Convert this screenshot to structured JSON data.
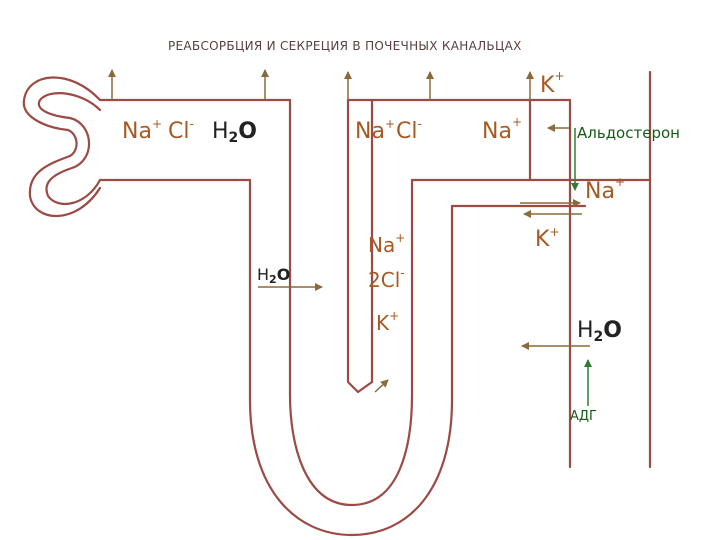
{
  "title": "РЕАБСОРБЦИЯ И СЕКРЕЦИЯ В ПОЧЕЧНЫХ КАНАЛЬЦАХ",
  "colors": {
    "tubule": "#9b4a44",
    "arrow": "#8a6a3a",
    "hormone": "#2e7d32",
    "ion_text": "#a65a22",
    "water_text": "#222222"
  },
  "labels": {
    "proximal_na": "Na",
    "proximal_na_charge": "+",
    "proximal_cl": "Cl",
    "proximal_cl_charge": "-",
    "proximal_h2o_h": "H",
    "proximal_h2o_sub": "2",
    "proximal_h2o_o": "O",
    "descending_h2o_h": "H",
    "descending_h2o_sub": "2",
    "descending_h2o_o": "O",
    "thick_na": "Na",
    "thick_na_charge": "+",
    "thick_cl": "Cl",
    "thick_cl_charge": "-",
    "ascending_na": "Na",
    "ascending_na_charge": "+",
    "ascending_2cl": "2Cl",
    "ascending_2cl_charge": "-",
    "ascending_k": "K",
    "ascending_k_charge": "+",
    "distal_na": "Na",
    "distal_na_charge": "+",
    "distal_k": "K",
    "distal_k_charge": "+",
    "collecting_na": "Na",
    "collecting_na_charge": "+",
    "collecting_k": "K",
    "collecting_k_charge": "+",
    "collecting_h2o_h": "H",
    "collecting_h2o_sub": "2",
    "collecting_h2o_o": "O",
    "aldosterone": "Альдостерон",
    "adh": "АДГ"
  }
}
